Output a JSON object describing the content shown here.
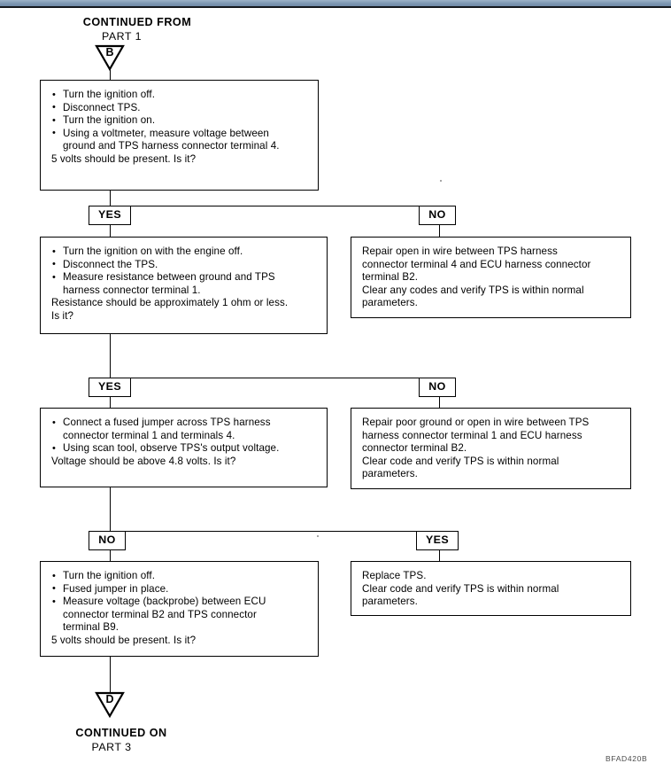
{
  "page": {
    "figure_code": "BFAD420B",
    "line_color": "#000000",
    "topbar_color": "#7d97b2"
  },
  "header": {
    "continued_from_line1": "CONTINUED FROM",
    "continued_from_line2": "PART 1",
    "entry_connector_letter": "B"
  },
  "footer": {
    "continued_on_line1": "CONTINUED ON",
    "continued_on_line2": "PART 3",
    "exit_connector_letter": "D"
  },
  "labels": {
    "yes": "YES",
    "no": "NO"
  },
  "steps": [
    {
      "id": "step-1",
      "bullets": [
        "Turn the ignition off.",
        "Disconnect TPS.",
        "Turn the ignition on.",
        "Using a voltmeter, measure voltage between"
      ],
      "continuations": [
        "ground and TPS harness connector terminal 4."
      ],
      "question": "5 volts should be present. Is it?"
    },
    {
      "id": "step-2",
      "bullets": [
        "Turn the ignition on with the engine off.",
        "Disconnect the TPS.",
        "Measure resistance between ground and TPS"
      ],
      "continuations": [
        "harness connector terminal 1."
      ],
      "question": "Resistance should be approximately 1 ohm or less.",
      "question2": "Is it?"
    },
    {
      "id": "step-3",
      "bullets": [
        "Connect a fused jumper across TPS harness",
        "Using scan tool, observe TPS's output voltage."
      ],
      "continuations": [
        "connector terminal 1 and terminals 4."
      ],
      "question": "Voltage should be above 4.8 volts. Is it?"
    },
    {
      "id": "step-4",
      "bullets": [
        "Turn the ignition off.",
        "Fused jumper in place.",
        "Measure voltage (backprobe) between ECU"
      ],
      "continuations": [
        "connector terminal B2 and TPS connector",
        "terminal B9."
      ],
      "question": "5 volts should be present. Is it?"
    }
  ],
  "outcomes": [
    {
      "id": "outcome-1",
      "branch": "NO",
      "lines": [
        "Repair open in wire between TPS harness",
        "connector terminal 4 and ECU harness connector",
        "terminal B2.",
        "Clear any codes and verify TPS is within normal",
        "parameters."
      ]
    },
    {
      "id": "outcome-2",
      "branch": "NO",
      "lines": [
        "Repair poor ground or open in wire between TPS",
        "harness connector terminal 1 and ECU harness",
        "connector terminal B2.",
        "Clear code and verify TPS is within normal",
        "parameters."
      ]
    },
    {
      "id": "outcome-3",
      "branch": "YES",
      "lines": [
        "Replace TPS.",
        "Clear code and verify TPS is within normal",
        "parameters."
      ]
    }
  ],
  "branch_labels": {
    "b1_left": "YES",
    "b1_right": "NO",
    "b2_left": "YES",
    "b2_right": "NO",
    "b3_left": "NO",
    "b3_right": "YES"
  }
}
